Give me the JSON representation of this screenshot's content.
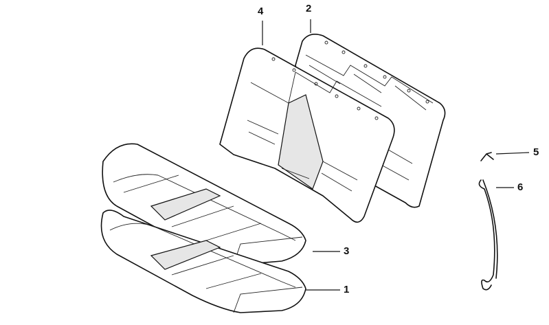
{
  "diagram": {
    "callouts": [
      {
        "id": "4",
        "part": "backrest-front"
      },
      {
        "id": "2",
        "part": "backrest-rear"
      },
      {
        "id": "5",
        "part": "clip"
      },
      {
        "id": "6",
        "part": "wire-bracket"
      },
      {
        "id": "3",
        "part": "seat-cushion-upper"
      },
      {
        "id": "1",
        "part": "seat-cushion-lower"
      }
    ]
  }
}
